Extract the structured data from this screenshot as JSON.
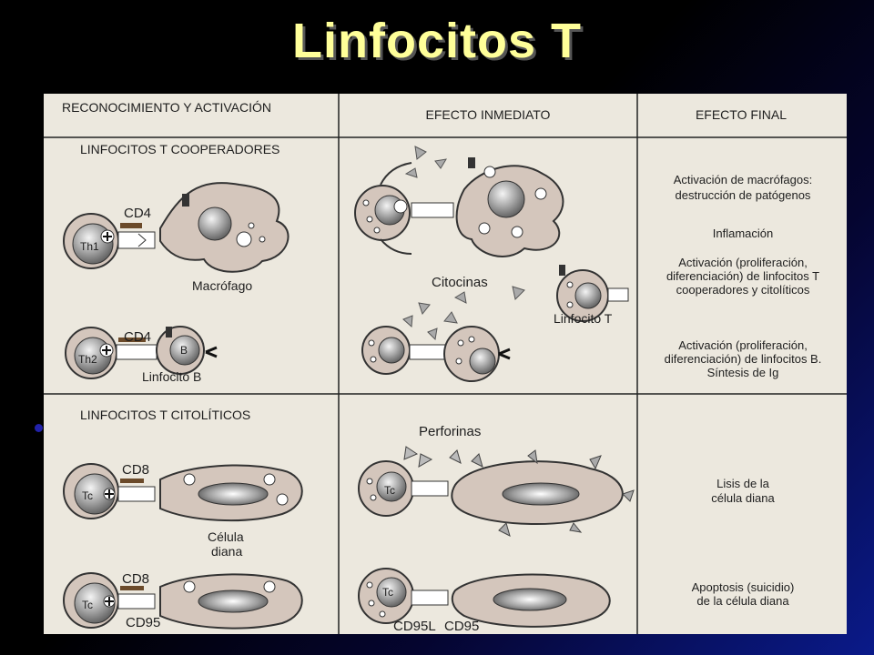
{
  "slide": {
    "title": "Linfocitos T"
  },
  "table": {
    "col_headers": [
      "RECONOCIMIENTO Y ACTIVACIÓN",
      "EFECTO INMEDIATO",
      "EFECTO FINAL"
    ],
    "section_cooperadores": "LINFOCITOS T COOPERADORES",
    "section_citoliticos": "LINFOCITOS T CITOLÍTICOS"
  },
  "labels": {
    "cd4_a": "CD4",
    "th1": "Th1",
    "macrofago": "Macrófago",
    "cd4_b": "CD4",
    "th2": "Th2",
    "b": "B",
    "linfocito_b": "Linfocito B",
    "citocinas": "Citocinas",
    "linfocito_t": "Linfocito T",
    "cd8_a": "CD8",
    "tc_a": "Tc",
    "celula": "Célula",
    "diana": "diana",
    "cd8_b": "CD8",
    "tc_b": "Tc",
    "cd95_a": "CD95",
    "perforinas": "Perforinas",
    "tc_c": "Tc",
    "tc_d": "Tc",
    "cd95l": "CD95L",
    "cd95_b": "CD95"
  },
  "effects": {
    "e1a": "Activación de macrófagos:",
    "e1b": "destrucción de patógenos",
    "e2": "Inflamación",
    "e3a": "Activación (proliferación,",
    "e3b": "diferenciación) de linfocitos T",
    "e3c": "cooperadores y citolíticos",
    "e4a": "Activación (proliferación,",
    "e4b": "diferenciación) de linfocitos B.",
    "e4c": "Síntesis de Ig",
    "e5a": "Lisis de la",
    "e5b": "célula diana",
    "e6a": "Apoptosis (suicidio)",
    "e6b": "de la célula diana"
  },
  "colors": {
    "background": "#000000",
    "title": "#ffff99",
    "page": "#ece8de",
    "cell": "#d4c6bc"
  }
}
